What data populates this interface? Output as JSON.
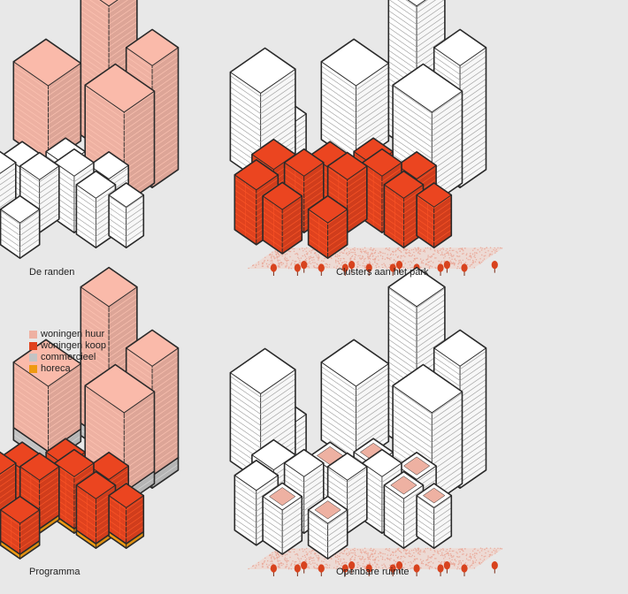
{
  "panels": [
    {
      "id": "p1",
      "caption": "De randen",
      "scheme": "randen"
    },
    {
      "id": "p2",
      "caption": "Clusters aan het park",
      "scheme": "clusters"
    },
    {
      "id": "p3",
      "caption": "Programma",
      "scheme": "programma"
    },
    {
      "id": "p4",
      "caption": "Openbare ruimte",
      "scheme": "openbaar"
    }
  ],
  "legend": [
    {
      "label": "woningen huur",
      "color": "#eeb1a2"
    },
    {
      "label": "woningen koop",
      "color": "#e0421e"
    },
    {
      "label": "commercieel",
      "color": "#c3c3c3"
    },
    {
      "label": "horeca",
      "color": "#ef9a12"
    }
  ],
  "colors": {
    "background": "#e8e8e8",
    "outline": "#2a2a2a",
    "white": "#ffffff",
    "huur": "#eeb1a2",
    "koop": "#e0421e",
    "commercieel": "#c3c3c3",
    "horeca": "#ef9a12",
    "tree": "#d8431e",
    "park_dots": "#e9a99a"
  }
}
